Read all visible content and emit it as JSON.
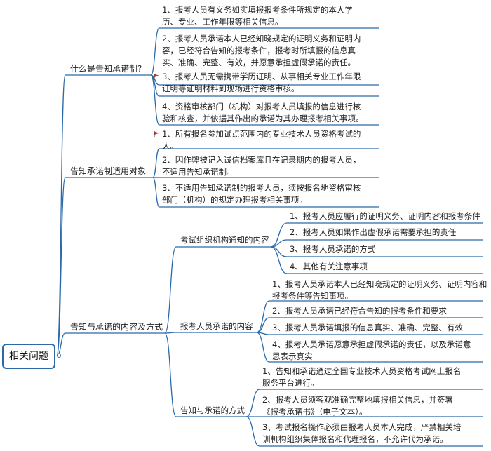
{
  "colors": {
    "line": "#2b6aa8",
    "text": "#222222",
    "flag": "#d9342b"
  },
  "root": {
    "label": "相关问题"
  },
  "branches": [
    {
      "label": "什么是告知承诺制?",
      "items": [
        {
          "lines": [
            "1、报考人员有义务如实填报报考条件所规定的本人学",
            "历、专业、工作年限等相关信息。"
          ]
        },
        {
          "lines": [
            "2、报考人员承诺本人已经知晓规定的证明义务和证明内",
            "容，已经符合告知的报考条件，报考时所填报的信息真",
            "实、准确、完整、有效，并愿意承担虚假承诺的责任。"
          ]
        },
        {
          "flag": true,
          "lines": [
            "3、报考人员无需携带学历证明、从事相关专业工作年限",
            "证明等证明材料到现场进行资格审核。"
          ]
        },
        {
          "lines": [
            "4、资格审核部门（机构）对报考人员填报的信息进行核",
            "验和核查，并依据其作出的承诺为其办理报考相关事项。"
          ]
        }
      ]
    },
    {
      "label": "告知承诺制适用对象",
      "items": [
        {
          "flag": true,
          "lines": [
            "1、所有报名参加试点范围内的专业技术人员资格考试的",
            "人。"
          ]
        },
        {
          "lines": [
            "2、因作弊被记入诚信档案库且在记录期内的报考人员，",
            "不适用告知承诺制。"
          ]
        },
        {
          "lines": [
            "3、不适用告知承诺制的报考人员，须按报名地资格审核",
            "部门（机构）的规定办理报考相关事项。"
          ]
        }
      ]
    },
    {
      "label": "告知与承诺的内容及方式",
      "subs": [
        {
          "label": "考试组织机构通知的内容",
          "items": [
            {
              "lines": [
                "1、报考人员应履行的证明义务、证明内容和报考条件"
              ]
            },
            {
              "lines": [
                "2、报考人员如果作出虚假承诺需要承担的责任"
              ]
            },
            {
              "lines": [
                "3、报考人员承诺的方式"
              ]
            },
            {
              "lines": [
                "4、其他有关注意事项"
              ]
            }
          ]
        },
        {
          "label": "报考人员承诺的内容",
          "items": [
            {
              "lines": [
                "1、报考人员承诺本人已经知晓规定的证明义务、证明内容和",
                "报考条件等告知事项。"
              ]
            },
            {
              "lines": [
                "2、报考人员承诺已经符合告知的报考条件和要求"
              ]
            },
            {
              "lines": [
                "3、报考人员承诺填报的信息真实、准确、完整、有效"
              ]
            },
            {
              "lines": [
                "4、报考人员承诺愿意承担虚假承诺的责任，以及承诺意",
                "思表示真实"
              ]
            }
          ]
        },
        {
          "label": "告知与承诺的方式",
          "items": [
            {
              "lines": [
                "1、告知和承诺通过全国专业技术人员资格考试网上报名",
                "服务平台进行。"
              ]
            },
            {
              "lines": [
                "2、报考人员须客观准确完整地填报相关信息，并签署",
                "《报考承诺书》（电子文本）。"
              ]
            },
            {
              "lines": [
                "3、考试报名操作必须由报考人员本人完成，严禁相关培",
                "训机构组织集体报名和代理报名，不允许代为承诺。"
              ]
            }
          ]
        }
      ]
    }
  ]
}
